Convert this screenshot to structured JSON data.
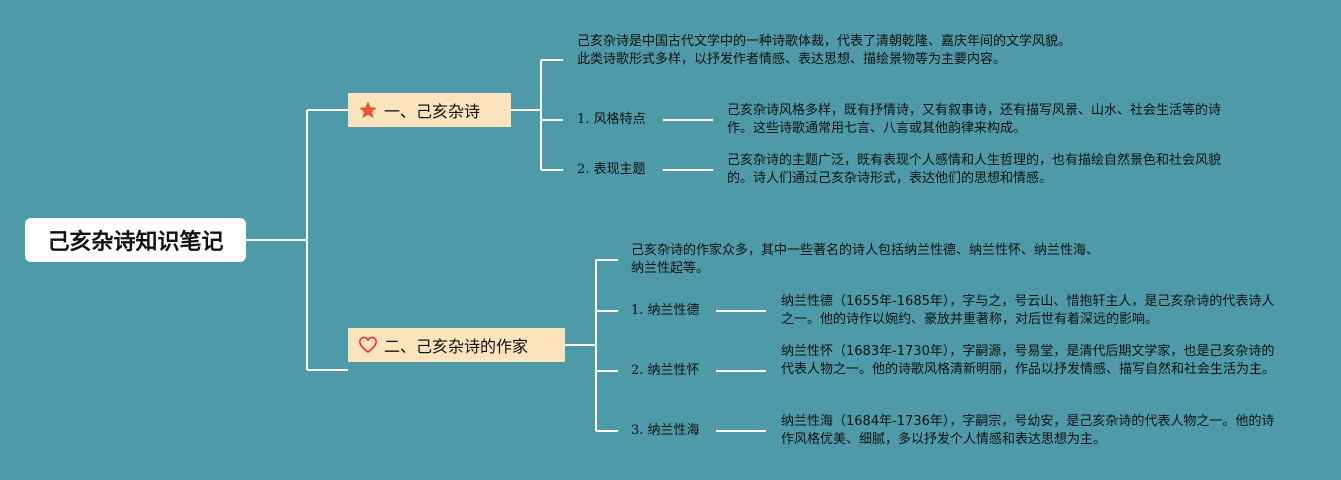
{
  "root": {
    "title": "己亥杂诗知识笔记"
  },
  "colors": {
    "background": "#4f9aa8",
    "branch_fill": "#fbe3bd",
    "line": "#ffffff",
    "star": "#e0593a",
    "heart": "#d9463a"
  },
  "branches": [
    {
      "label": "一、己亥杂诗",
      "icon": "star-icon",
      "intro": "己亥杂诗是中国古代文学中的一种诗歌体裁，代表了清朝乾隆、嘉庆年间的文学风貌。此类诗歌形式多样，以抒发作者情感、表达思想、描绘景物等为主要内容。",
      "items": [
        {
          "label": "1. 风格特点",
          "text": "己亥杂诗风格多样，既有抒情诗，又有叙事诗，还有描写风景、山水、社会生活等的诗作。这些诗歌通常用七言、八言或其他韵律来构成。"
        },
        {
          "label": "2. 表现主题",
          "text": "己亥杂诗的主题广泛，既有表现个人感情和人生哲理的，也有描绘自然景色和社会风貌的。诗人们通过己亥杂诗形式，表达他们的思想和情感。"
        }
      ]
    },
    {
      "label": "二、己亥杂诗的作家",
      "icon": "heart-icon",
      "intro": "己亥杂诗的作家众多，其中一些著名的诗人包括纳兰性德、纳兰性怀、纳兰性海、纳兰性起等。",
      "items": [
        {
          "label": "1. 纳兰性德",
          "text": "纳兰性德（1655年-1685年），字与之，号云山、惜抱轩主人，是己亥杂诗的代表诗人之一。他的诗作以婉约、豪放并重著称，对后世有着深远的影响。"
        },
        {
          "label": "2. 纳兰性怀",
          "text": "纳兰性怀（1683年-1730年），字嗣源，号易堂，是清代后期文学家，也是己亥杂诗的代表人物之一。他的诗歌风格清新明丽，作品以抒发情感、描写自然和社会生活为主。"
        },
        {
          "label": "3. 纳兰性海",
          "text": "纳兰性海（1684年-1736年），字嗣宗，号幼安，是己亥杂诗的代表人物之一。他的诗作风格优美、细腻，多以抒发个人情感和表达思想为主。"
        }
      ]
    }
  ]
}
